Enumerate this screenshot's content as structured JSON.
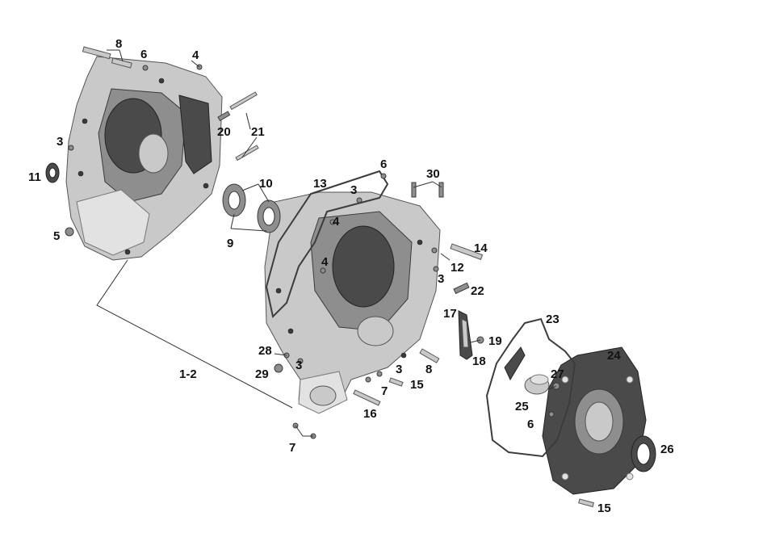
{
  "colors": {
    "background": "#ffffff",
    "part_dark": "#4a4a4a",
    "part_mid": "#8e8e8e",
    "part_light": "#c9c9c9",
    "label": "#111111"
  },
  "callouts": {
    "c1_2": "1-2",
    "c3a": "3",
    "c3b": "3",
    "c3c": "3",
    "c3d": "3",
    "c3e": "3",
    "c4a": "4",
    "c4b": "4",
    "c4c": "4",
    "c5": "5",
    "c6a": "6",
    "c6b": "6",
    "c6c": "6",
    "c7a": "7",
    "c7b": "7",
    "c8a": "8",
    "c8b": "8",
    "c9": "9",
    "c10": "10",
    "c11": "11",
    "c12": "12",
    "c13": "13",
    "c14": "14",
    "c15a": "15",
    "c15b": "15",
    "c16": "16",
    "c17": "17",
    "c18": "18",
    "c19": "19",
    "c20": "20",
    "c21": "21",
    "c22": "22",
    "c23": "23",
    "c24": "24",
    "c25": "25",
    "c26": "26",
    "c27": "27",
    "c28": "28",
    "c29": "29",
    "c30": "30"
  }
}
